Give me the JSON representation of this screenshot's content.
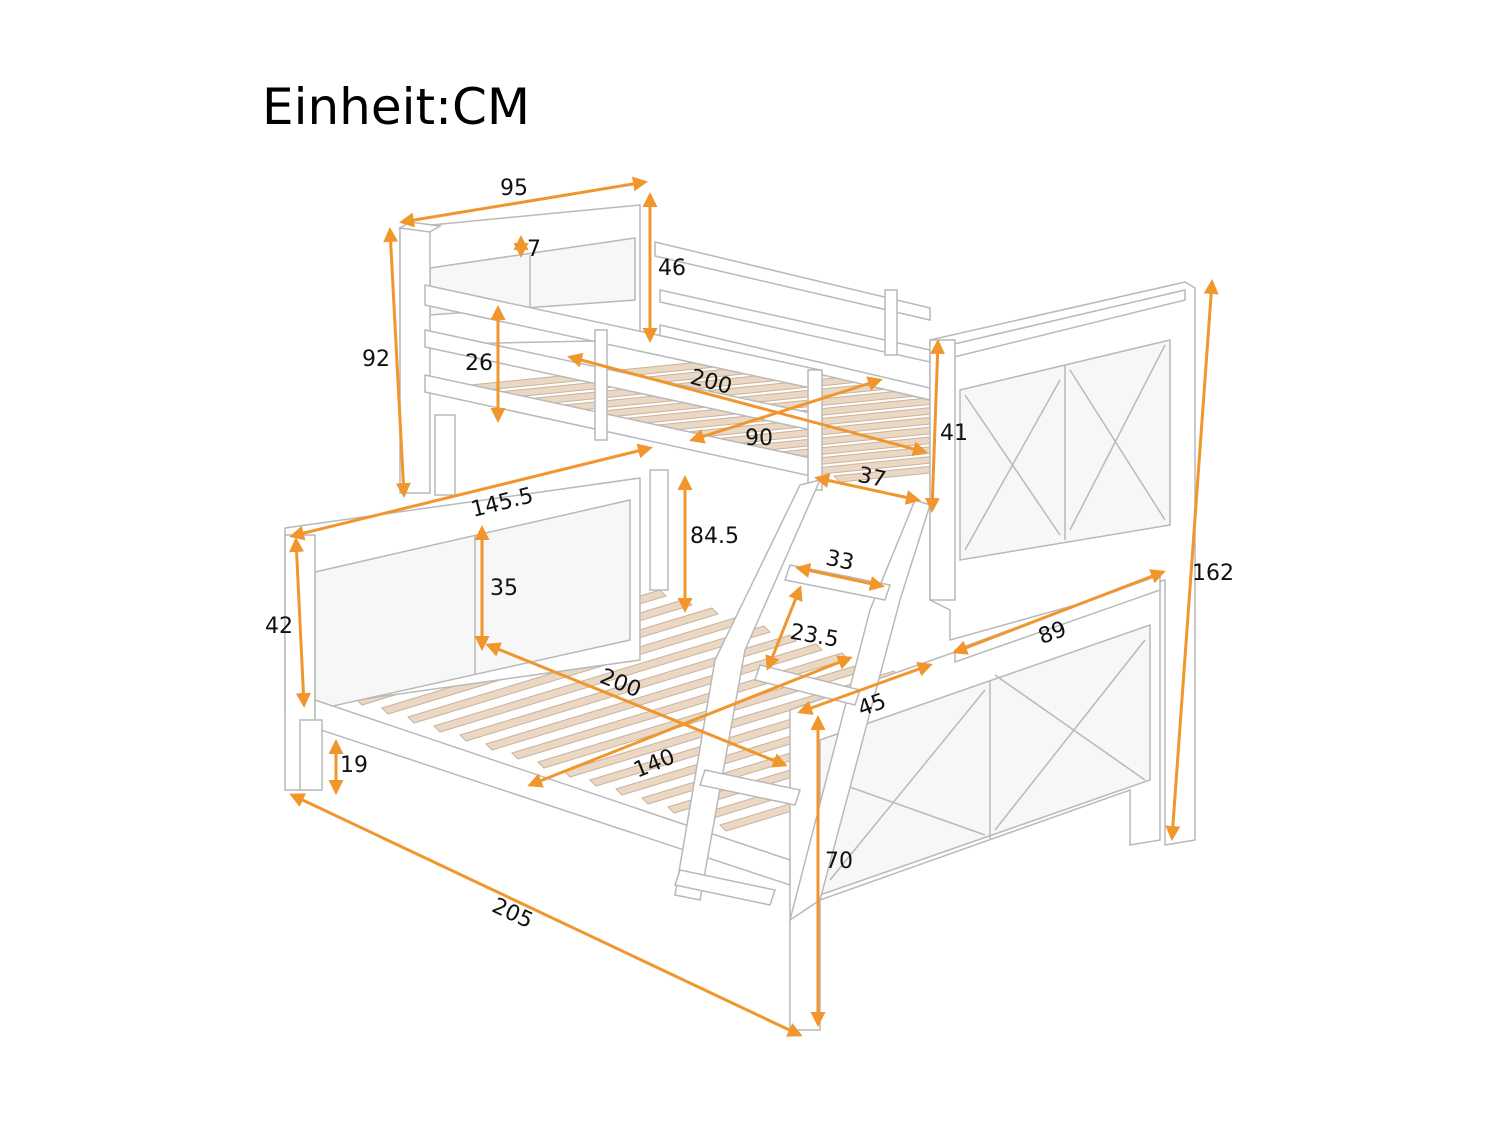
{
  "title": "Einheit:CM",
  "colors": {
    "dimension": "#f0962d",
    "frame_fill": "#ffffff",
    "frame_stroke": "#b9b9b9",
    "slat": "#ead8c4",
    "slat_stroke": "#c9b39a"
  },
  "dimensions": [
    {
      "id": "upper-width",
      "label": "95"
    },
    {
      "id": "headboard-rail",
      "label": "7"
    },
    {
      "id": "upper-rail-height",
      "label": "46"
    },
    {
      "id": "upper-total-height",
      "label": "92"
    },
    {
      "id": "upper-guard-height",
      "label": "26"
    },
    {
      "id": "upper-length",
      "label": "200"
    },
    {
      "id": "upper-mattress-width",
      "label": "90"
    },
    {
      "id": "upper-end-height",
      "label": "41"
    },
    {
      "id": "ladder-opening",
      "label": "37"
    },
    {
      "id": "lower-width",
      "label": "145.5"
    },
    {
      "id": "clearance",
      "label": "84.5"
    },
    {
      "id": "lower-headboard",
      "label": "35"
    },
    {
      "id": "lower-end-height",
      "label": "42"
    },
    {
      "id": "ladder-width",
      "label": "33"
    },
    {
      "id": "ladder-step",
      "label": "23.5"
    },
    {
      "id": "lower-length",
      "label": "200"
    },
    {
      "id": "lower-mattress-width",
      "label": "140"
    },
    {
      "id": "ladder-depth",
      "label": "45"
    },
    {
      "id": "footboard-width",
      "label": "89"
    },
    {
      "id": "total-height",
      "label": "162"
    },
    {
      "id": "floor-clearance",
      "label": "19"
    },
    {
      "id": "lower-post-height",
      "label": "70"
    },
    {
      "id": "total-length",
      "label": "205"
    }
  ]
}
